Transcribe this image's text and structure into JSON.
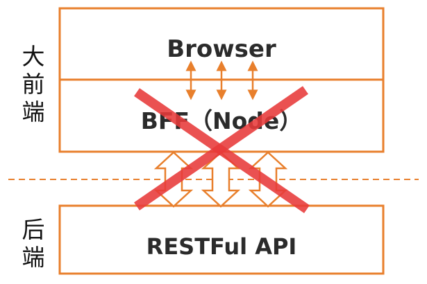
{
  "layers": {
    "browser": "Browser",
    "bff": "BFF（Node）",
    "restful": "RESTFul API"
  },
  "side_labels": {
    "frontend": "大前端",
    "backend": "后端"
  },
  "status": {
    "bff_layer_crossed_out": true
  },
  "colors": {
    "box_stroke": "#E87F2C",
    "arrow_stroke": "#E87F2C",
    "arrow_fill": "#FFFFFF",
    "cross": "#E83A3A",
    "dashed_line": "#E87F2C",
    "text": "#2B2B2B"
  }
}
